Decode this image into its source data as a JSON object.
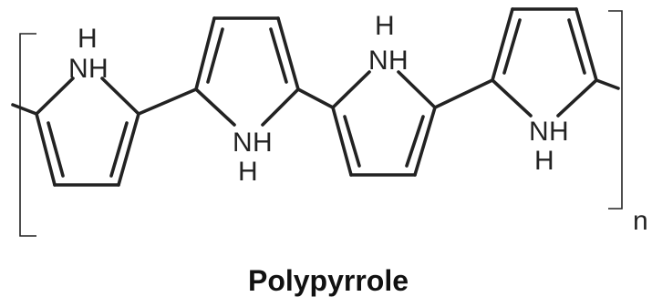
{
  "diagram": {
    "caption": "Polypyrrole",
    "repeat_subscript": "n",
    "rings": [
      {
        "nh_top": "H",
        "nh_bottom": "N"
      },
      {
        "nh_top": "N",
        "nh_bottom": "H"
      },
      {
        "nh_top": "H",
        "nh_bottom": "N"
      },
      {
        "nh_top": "N",
        "nh_bottom": "H"
      }
    ],
    "colors": {
      "ink": "#222222",
      "background": "#ffffff"
    }
  }
}
